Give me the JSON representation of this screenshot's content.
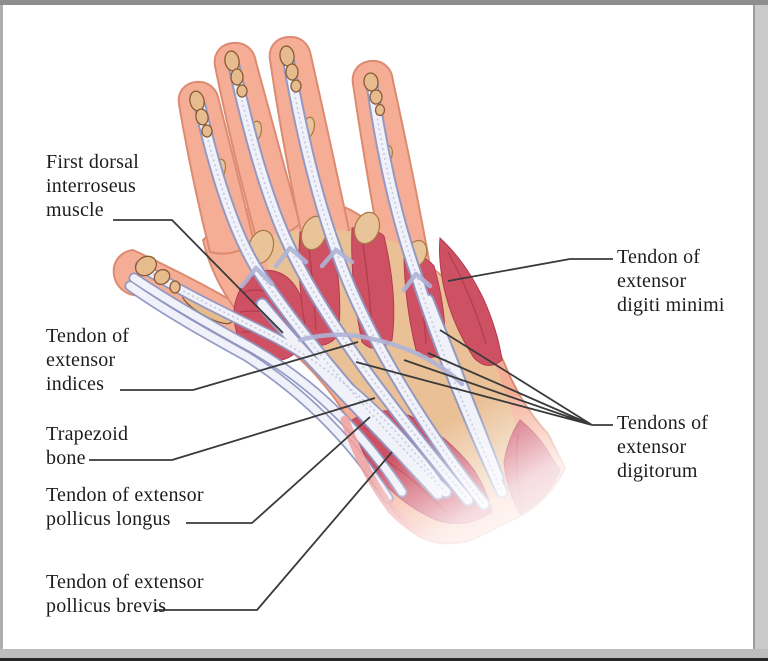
{
  "figure": {
    "type": "anatomical-diagram",
    "subject": "Dorsal view of the human hand showing extensor tendons and muscles",
    "labels": [
      {
        "id": "first-dorsal-interosseous-muscle",
        "text": "First dorsal\ninterroseus\nmuscle"
      },
      {
        "id": "tendon-of-extensor-indices",
        "text": "Tendon of\nextensor\nindices"
      },
      {
        "id": "trapezoid-bone",
        "text": "Trapezoid\nbone"
      },
      {
        "id": "tendon-of-extensor-pollicus-longus",
        "text": "Tendon of extensor\npollicus longus"
      },
      {
        "id": "tendon-of-extensor-pollicus-brevis",
        "text": "Tendon of extensor\npollicus brevis"
      },
      {
        "id": "tendon-of-extensor-digiti-minimi",
        "text": "Tendon of\nextensor\ndigiti minimi"
      },
      {
        "id": "tendons-of-extensor-digitorum",
        "text": "Tendons of\nextensor\ndigitorum"
      }
    ],
    "colors": {
      "skin": "#F5AE95",
      "skin_outline": "#DC8B72",
      "muscle_red": "#CE5063",
      "tendon_fill": "#F0F1F9",
      "tendon_outline": "#8F97C2",
      "bone_tan": "#E6BB8E",
      "leader_line": "#3A3A3A",
      "frame_gray": "#8D8D8D"
    }
  }
}
